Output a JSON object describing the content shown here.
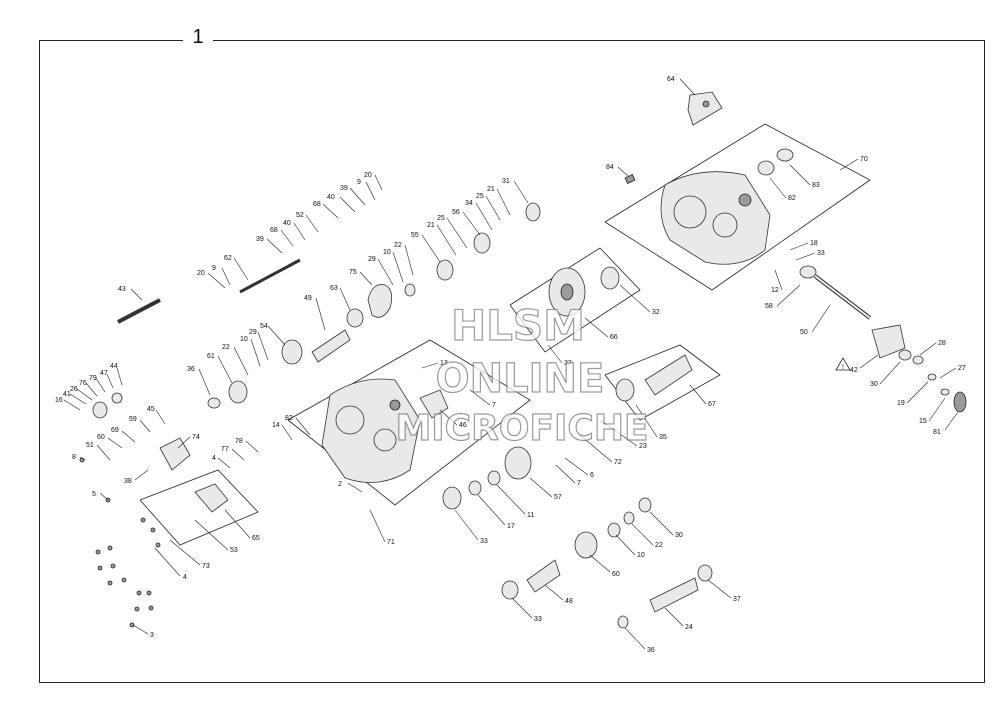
{
  "figure": {
    "number": "1"
  },
  "watermark": {
    "line1": "HLSM",
    "line2": "ONLINE",
    "line3": "MICROFICHE"
  },
  "warning_symbol": "!",
  "callouts": {
    "c64": "64",
    "c84": "84",
    "c70": "70",
    "c83": "83",
    "c82": "82",
    "c18": "18",
    "c33a": "33",
    "c12": "12",
    "c58": "58",
    "c50": "50",
    "c31": "31",
    "c20a": "20",
    "c9a": "9",
    "c39": "39",
    "c40a": "40",
    "c21a": "21",
    "c25a": "25",
    "c34": "34",
    "c56": "56",
    "c68a": "68",
    "c52": "52",
    "c40b": "40",
    "c68b": "68",
    "c39b": "39",
    "c9b": "9",
    "c62": "62",
    "c20b": "20",
    "c10a": "10",
    "c22a": "22",
    "c55": "55",
    "c21b": "21",
    "c25b": "25",
    "c29a": "29",
    "c75": "75",
    "c43": "43",
    "c49": "49",
    "c63": "63",
    "c66": "66",
    "c32a": "32",
    "c32b": "32",
    "c54": "54",
    "c29b": "29",
    "c10b": "10",
    "c22b": "22",
    "c61": "61",
    "c36": "36",
    "c13": "13",
    "c7a": "7",
    "c46": "46",
    "c67": "67",
    "c28": "28",
    "c27": "27",
    "c42": "42",
    "c30a": "30",
    "c19": "19",
    "c15": "15",
    "c81": "81",
    "c44": "44",
    "c47": "47",
    "c79": "79",
    "c76": "76",
    "c26": "26",
    "c41": "41",
    "c16": "16",
    "c45": "45",
    "c59": "59",
    "c69": "69",
    "c74": "74",
    "c60": "60",
    "c51": "51",
    "c8": "8",
    "c38": "38",
    "c78": "78",
    "c77": "77",
    "c4a": "4",
    "c14": "14",
    "c82b": "82",
    "c35": "35",
    "c72": "72",
    "c23": "23",
    "c6": "6",
    "c7b": "7",
    "c2": "2",
    "c5": "5",
    "c65": "65",
    "c53": "53",
    "c71": "71",
    "c57": "57",
    "c11": "11",
    "c17": "17",
    "c33b": "33",
    "c30b": "30",
    "c22c": "22",
    "c10c": "10",
    "c73": "73",
    "c4b": "4",
    "c60b": "60",
    "c48": "48",
    "c37": "37",
    "c33c": "33",
    "c24": "24",
    "c36b": "36",
    "c3": "3"
  }
}
